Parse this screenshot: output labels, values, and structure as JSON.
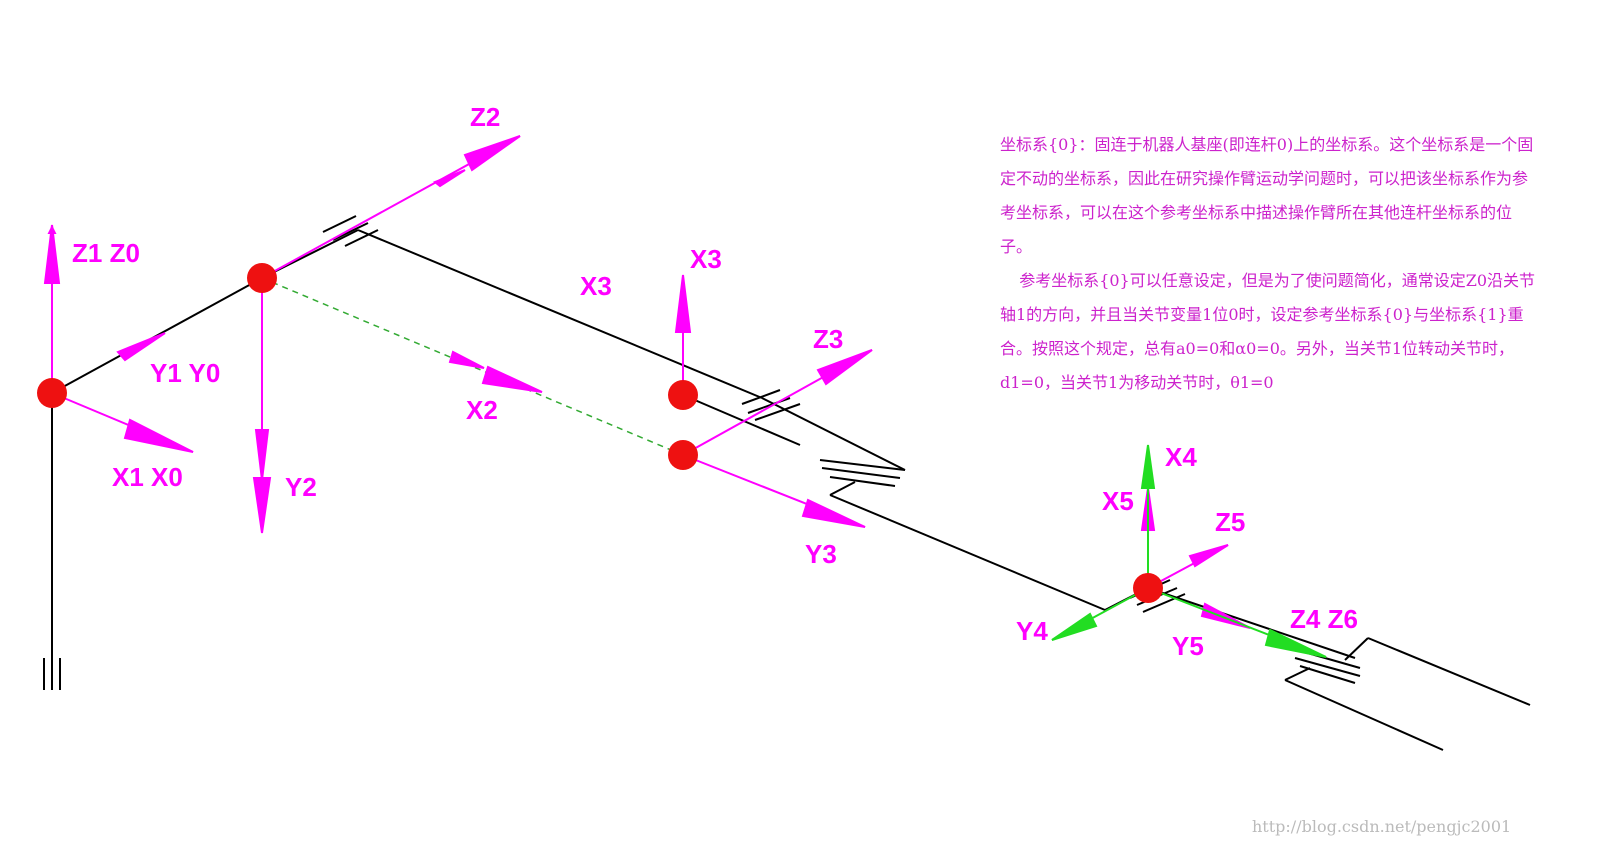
{
  "colors": {
    "frame_axis": "#ff00ff",
    "alt_axis": "#22dd22",
    "joint": "#ee1111",
    "link": "#000000",
    "guide": "#33aa33",
    "note_text": "#cc22cc",
    "watermark": "#bbbbbb"
  },
  "labels": {
    "z1z0": "Z1 Z0",
    "y1y0": "Y1 Y0",
    "x1x0": "X1 X0",
    "z2": "Z2",
    "y2": "Y2",
    "x2": "X2",
    "x3_top": "X3",
    "x3_mid": "X3",
    "z3": "Z3",
    "y3": "Y3",
    "x4": "X4",
    "x5": "X5",
    "z5": "Z5",
    "y4": "Y4",
    "y5": "Y5",
    "z4z6": "Z4 Z6"
  },
  "note": {
    "paragraph_1": "坐标系{0}：固连于机器人基座(即连杆0)上的坐标系。这个坐标系是一个固定不动的坐标系，因此在研究操作臂运动学问题时，可以把该坐标系作为参考坐标系，可以在这个参考坐标系中描述操作臂所在其他连杆坐标系的位子。",
    "paragraph_2": "参考坐标系{0}可以任意设定，但是为了使问题简化，通常设定Z0沿关节轴1的方向，并且当关节变量1位0时，设定参考坐标系{0}与坐标系{1}重合。按照这个规定，总有a0=0和α0=0。另外，当关节1位转动关节时，d1=0，当关节1为移动关节时，θ1=0"
  },
  "watermark": "http://blog.csdn.net/pengjc2001"
}
